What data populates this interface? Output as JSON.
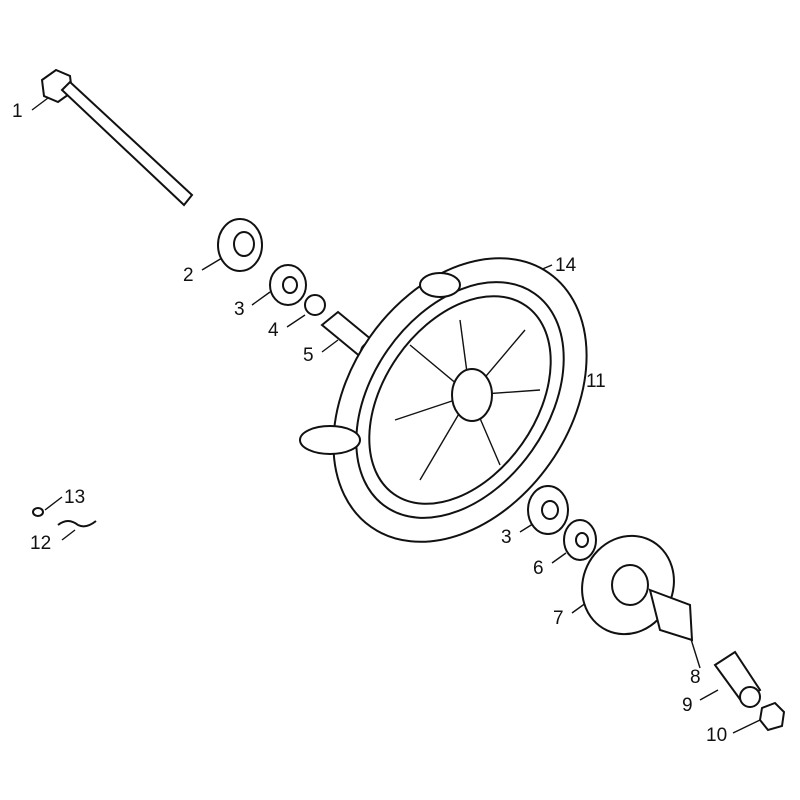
{
  "diagram": {
    "callouts": [
      {
        "id": "axle-bolt",
        "number": "1"
      },
      {
        "id": "side-collar",
        "number": "2"
      },
      {
        "id": "bearing-left",
        "number": "3"
      },
      {
        "id": "oil-seal",
        "number": "4"
      },
      {
        "id": "distance-collar",
        "number": "5"
      },
      {
        "id": "tire",
        "number": "14"
      },
      {
        "id": "wheel-rim",
        "number": "11"
      },
      {
        "id": "valve-cap",
        "number": "13"
      },
      {
        "id": "valve",
        "number": "12"
      },
      {
        "id": "bearing-right",
        "number": "3"
      },
      {
        "id": "dust-seal",
        "number": "6"
      },
      {
        "id": "brake-disc",
        "number": "7"
      },
      {
        "id": "disc-bolts",
        "number": "8"
      },
      {
        "id": "right-collar",
        "number": "9"
      },
      {
        "id": "axle-nut",
        "number": "10"
      }
    ]
  }
}
